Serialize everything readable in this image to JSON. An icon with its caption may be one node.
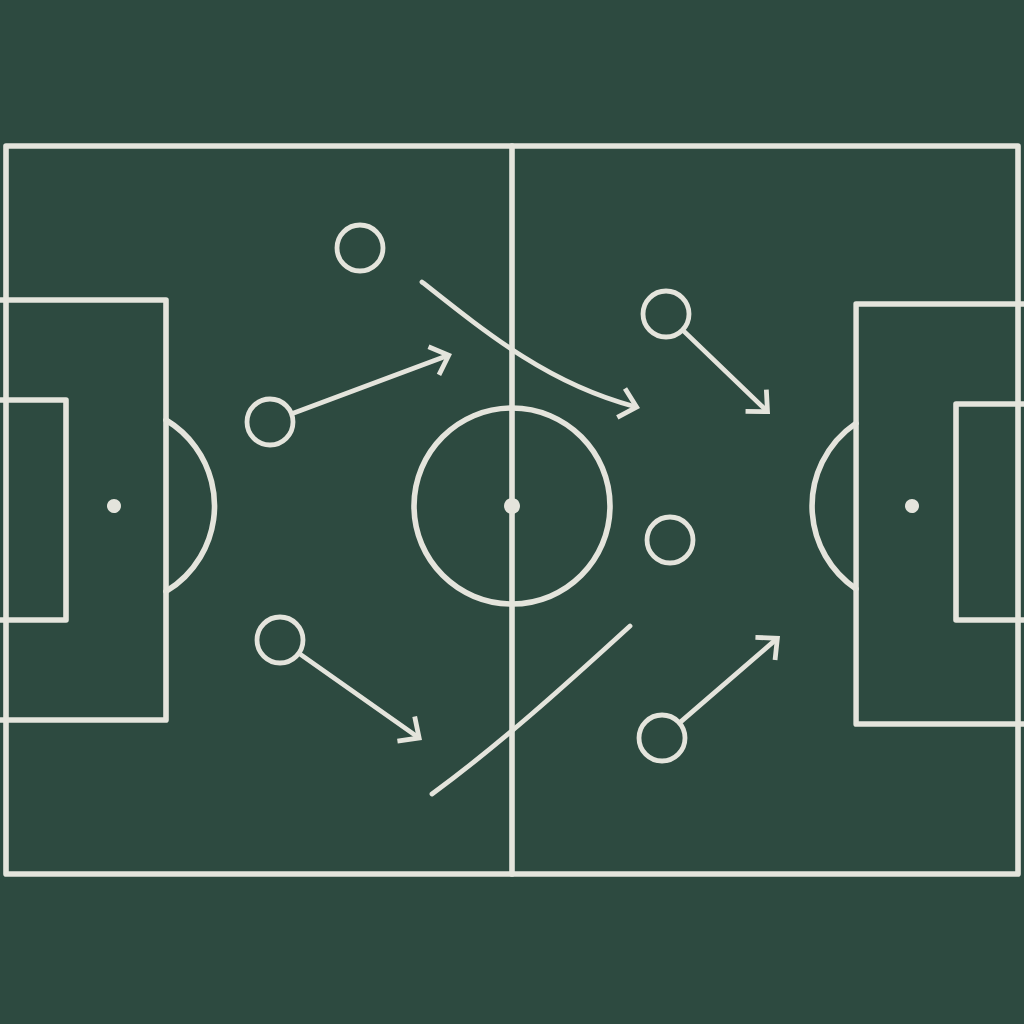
{
  "diagram": {
    "nodes": [
      {
        "text": [],
        "shape": "circle"
      },
      {
        "text": [],
        "shape": "circle"
      },
      {
        "text": [],
        "shape": "circle"
      },
      {
        "text": [],
        "shape": "circle"
      },
      {
        "text": [],
        "shape": "circle"
      },
      {
        "text": [],
        "shape": "circle"
      }
    ],
    "edges": [
      {
        "from": 1,
        "to": null,
        "arrow": "to"
      },
      {
        "from": 2,
        "to": null,
        "arrow": "to"
      },
      {
        "from": 3,
        "to": null,
        "arrow": "to"
      },
      {
        "from": 5,
        "to": null,
        "arrow": "to"
      }
    ]
  }
}
